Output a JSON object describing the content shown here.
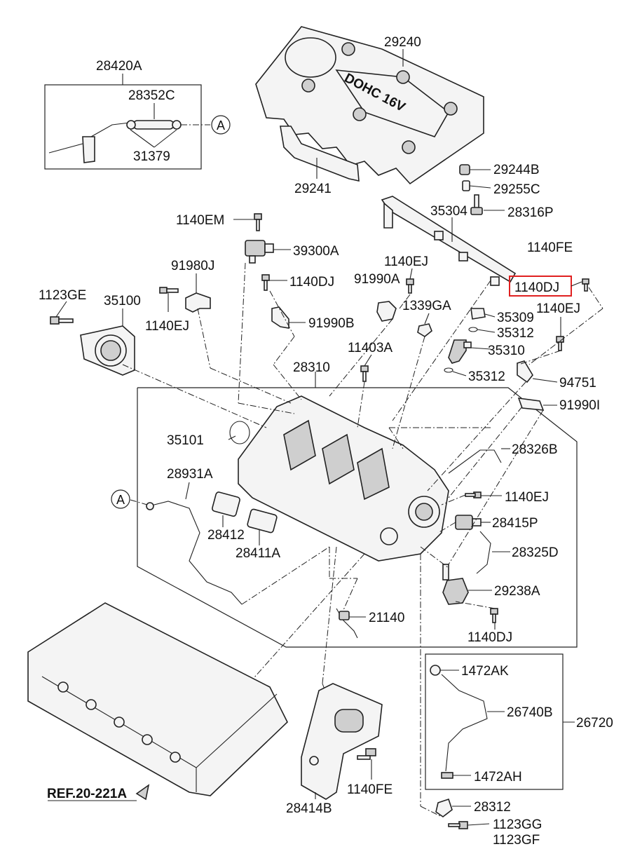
{
  "labels": {
    "p29240": "29240",
    "p28420A": "28420A",
    "p28352C": "28352C",
    "p31379": "31379",
    "p29241": "29241",
    "p29244B": "29244B",
    "p29255C": "29255C",
    "p28316P": "28316P",
    "p35304": "35304",
    "p1140EM": "1140EM",
    "p39300A": "39300A",
    "p1140FE_top": "1140FE",
    "p91980J": "91980J",
    "p1140EJ_a": "1140EJ",
    "p1140DJ_a": "1140DJ",
    "p91990A": "91990A",
    "p1140DJ_highlight": "1140DJ",
    "p1123GE": "1123GE",
    "p35100": "35100",
    "p1140EJ_b": "1140EJ",
    "p1339GA": "1339GA",
    "p35309": "35309",
    "p1140EJ_c": "1140EJ",
    "p91990B": "91990B",
    "p35312_a": "35312",
    "p11403A": "11403A",
    "p35310": "35310",
    "p28310": "28310",
    "p35312_b": "35312",
    "p94751": "94751",
    "p91990I": "91990I",
    "p35101": "35101",
    "p28326B": "28326B",
    "p28931A": "28931A",
    "p1140EJ_d": "1140EJ",
    "p28415P": "28415P",
    "p28412": "28412",
    "p28411A": "28411A",
    "p28325D": "28325D",
    "p29238A": "29238A",
    "p21140": "21140",
    "p1140DJ_b": "1140DJ",
    "p1472AK": "1472AK",
    "p26740B": "26740B",
    "p26720": "26720",
    "p1472AH": "1472AH",
    "p1140FE_bottom": "1140FE",
    "p28414B": "28414B",
    "p28312": "28312",
    "p1123GG": "1123GG",
    "p1123GF": "1123GF",
    "ref": "REF.20-221A",
    "engine_text": "DOHC 16V",
    "callout_a1": "A",
    "callout_a2": "A"
  },
  "colors": {
    "highlight": "#e02020",
    "ink": "#222222"
  }
}
